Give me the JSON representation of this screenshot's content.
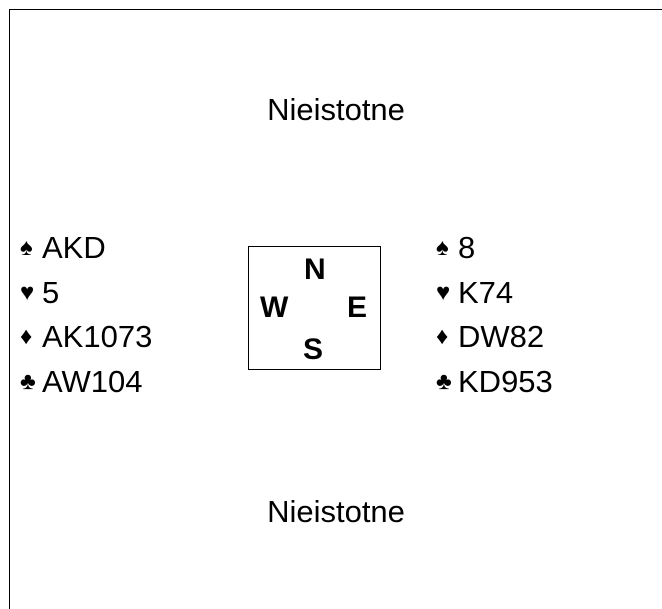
{
  "north": {
    "text": "Nieistotne"
  },
  "south": {
    "text": "Nieistotne"
  },
  "west": {
    "spades": {
      "symbol": "♠",
      "cards": "AKD"
    },
    "hearts": {
      "symbol": "♥",
      "cards": "5"
    },
    "diamonds": {
      "symbol": "♦",
      "cards": "AK1073"
    },
    "clubs": {
      "symbol": "♣",
      "cards": "AW104"
    }
  },
  "east": {
    "spades": {
      "symbol": "♠",
      "cards": "8"
    },
    "hearts": {
      "symbol": "♥",
      "cards": "K74"
    },
    "diamonds": {
      "symbol": "♦",
      "cards": "DW82"
    },
    "clubs": {
      "symbol": "♣",
      "cards": "KD953"
    }
  },
  "compass": {
    "n": "N",
    "w": "W",
    "e": "E",
    "s": "S"
  }
}
